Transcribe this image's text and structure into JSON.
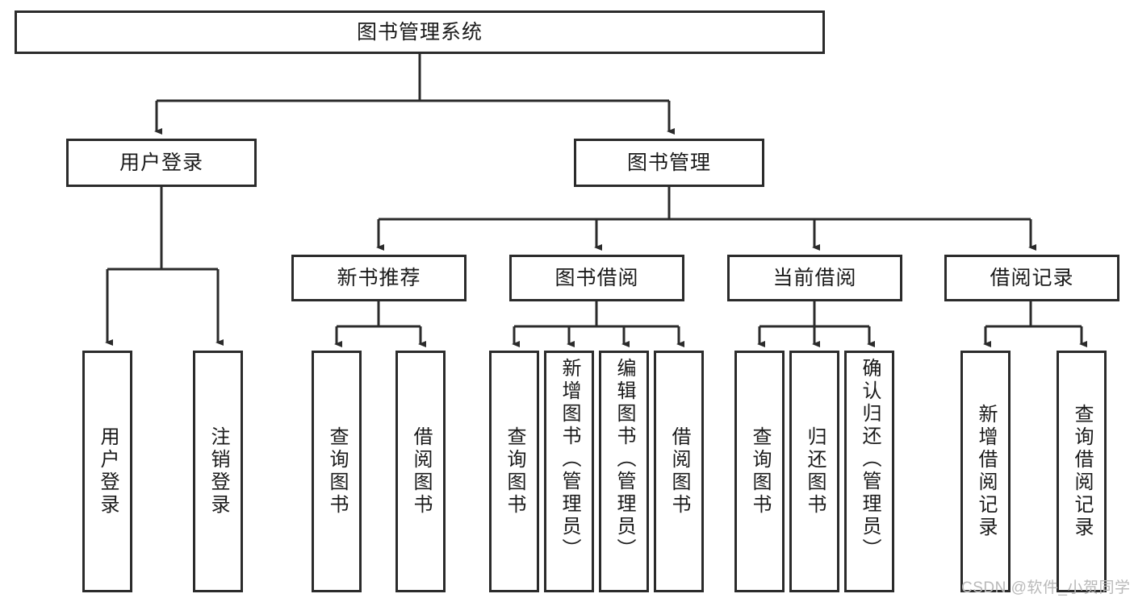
{
  "diagram": {
    "title": "图书管理系统",
    "type": "tree-hierarchy-diagram",
    "colors": {
      "stroke": "#2b2b2b",
      "fill": "#ffffff",
      "text": "#1a1a1a",
      "watermark": "#b9b9b9"
    },
    "root": {
      "label": "图书管理系统"
    },
    "level2": [
      {
        "label": "用户登录"
      },
      {
        "label": "图书管理"
      }
    ],
    "level3": [
      {
        "label": "新书推荐"
      },
      {
        "label": "图书借阅"
      },
      {
        "label": "当前借阅"
      },
      {
        "label": "借阅记录"
      }
    ],
    "leaves": {
      "user_login": [
        {
          "label": "用户登录"
        },
        {
          "label": "注销登录"
        }
      ],
      "new_book_recommend": [
        {
          "label": "查询图书"
        },
        {
          "label": "借阅图书"
        }
      ],
      "book_borrow": [
        {
          "label": "查询图书"
        },
        {
          "label": "新增图书（管理员）"
        },
        {
          "label": "编辑图书（管理员）"
        },
        {
          "label": "借阅图书"
        }
      ],
      "current_borrow": [
        {
          "label": "查询图书"
        },
        {
          "label": "归还图书"
        },
        {
          "label": "确认归还（管理员）"
        }
      ],
      "borrow_record": [
        {
          "label": "新增借阅记录"
        },
        {
          "label": "查询借阅记录"
        }
      ]
    },
    "watermark": "CSDN @软件_小贺同学"
  }
}
